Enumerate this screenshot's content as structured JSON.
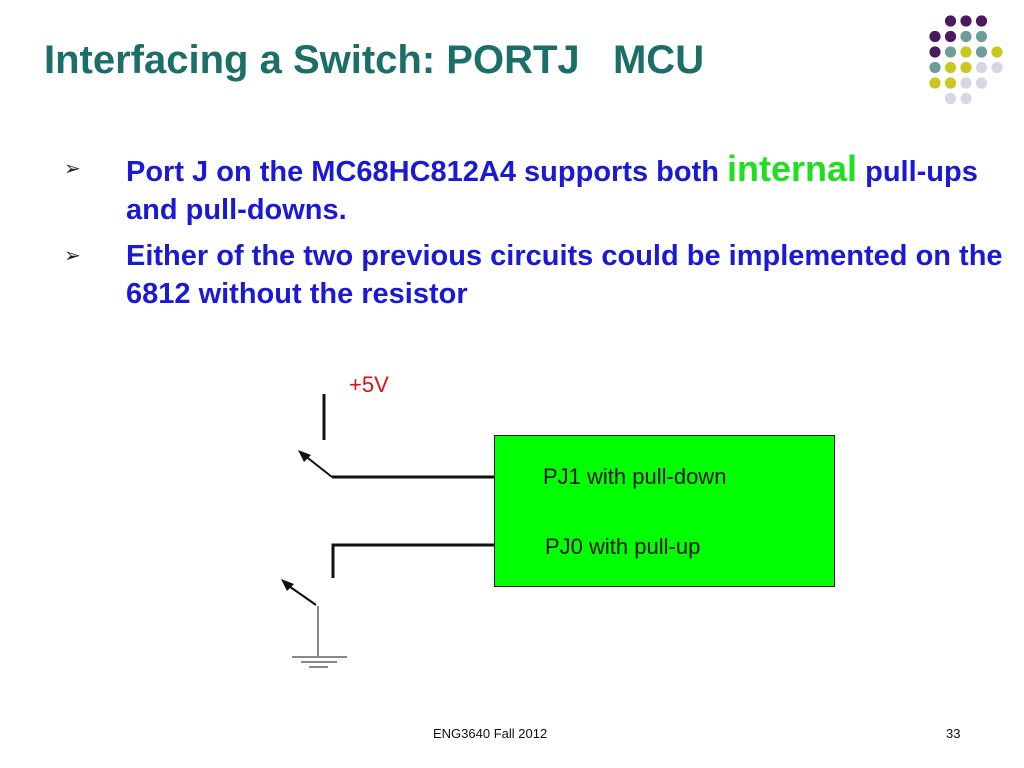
{
  "slide": {
    "title": "Interfacing a Switch: PORTJ   MCU",
    "page_number": "33",
    "footer_text": "ENG3640 Fall 2012"
  },
  "bullets": [
    {
      "marker": "➢",
      "text_before": "Port J on the MC68HC812A4 supports both ",
      "highlight": "internal",
      "text_after": " pull-ups and pull-downs."
    },
    {
      "marker": "➢",
      "text_before": "Either of the two previous circuits could be implemented on the 6812 without the resistor",
      "highlight": "",
      "text_after": ""
    }
  ],
  "diagram": {
    "supply_label": "+5V",
    "pin_pj1_label": "PJ1 with pull-down",
    "pin_pj0_label": "PJ0 with pull-up"
  },
  "colors": {
    "title": "#1c6e68",
    "bullet_text": "#1a1ad6",
    "highlight": "#1ee01e",
    "mcu_fill": "#00ff00",
    "supply": "#e01010",
    "dot_purple": "#4b1a5c",
    "dot_teal": "#6f9d9a",
    "dot_olive": "#c8c81e",
    "dot_lavender": "#d6d6e6"
  }
}
